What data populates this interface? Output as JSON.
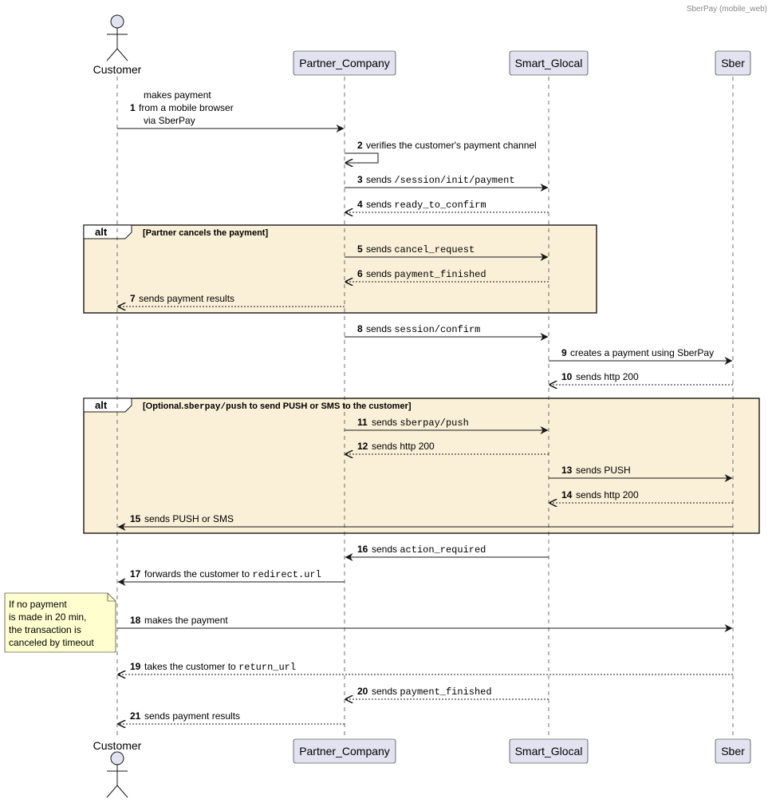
{
  "diagram": {
    "title": "SberPay (mobile_web)",
    "participants": [
      {
        "id": "customer",
        "label": "Customer",
        "kind": "actor"
      },
      {
        "id": "partner",
        "label": "Partner_Company",
        "kind": "box"
      },
      {
        "id": "smart",
        "label": "Smart_Glocal",
        "kind": "box"
      },
      {
        "id": "sber",
        "label": "Sber",
        "kind": "box"
      }
    ],
    "alt_frames": [
      {
        "keyword": "alt",
        "condition": [
          {
            "text": "[Partner cancels the payment]"
          }
        ]
      },
      {
        "keyword": "alt",
        "condition": [
          {
            "text": "[Optional."
          },
          {
            "text": "sberpay/push",
            "mono": true
          },
          {
            "text": " to send PUSH or SMS to the customer]"
          }
        ]
      }
    ],
    "messages": [
      {
        "n": "1",
        "from": "customer",
        "to": "partner",
        "style": "solid",
        "lines": [
          [
            {
              "text": "makes payment"
            }
          ],
          [
            {
              "text": "from a mobile browser"
            }
          ],
          [
            {
              "text": "via SberPay"
            }
          ]
        ]
      },
      {
        "n": "2",
        "from": "partner",
        "to": "partner",
        "style": "self",
        "lines": [
          [
            {
              "text": "verifies the customer's payment channel"
            }
          ]
        ]
      },
      {
        "n": "3",
        "from": "partner",
        "to": "smart",
        "style": "solid",
        "lines": [
          [
            {
              "text": "sends "
            },
            {
              "text": "/session/init/payment",
              "mono": true
            }
          ]
        ]
      },
      {
        "n": "4",
        "from": "smart",
        "to": "partner",
        "style": "dashed",
        "lines": [
          [
            {
              "text": "sends "
            },
            {
              "text": "ready_to_confirm",
              "mono": true
            }
          ]
        ]
      },
      {
        "n": "5",
        "from": "partner",
        "to": "smart",
        "style": "solid",
        "lines": [
          [
            {
              "text": "sends "
            },
            {
              "text": "cancel_request",
              "mono": true
            }
          ]
        ]
      },
      {
        "n": "6",
        "from": "smart",
        "to": "partner",
        "style": "dashed",
        "lines": [
          [
            {
              "text": "sends "
            },
            {
              "text": "payment_finished",
              "mono": true
            }
          ]
        ]
      },
      {
        "n": "7",
        "from": "partner",
        "to": "customer",
        "style": "dashed",
        "lines": [
          [
            {
              "text": "sends payment results"
            }
          ]
        ]
      },
      {
        "n": "8",
        "from": "partner",
        "to": "smart",
        "style": "solid",
        "lines": [
          [
            {
              "text": "sends "
            },
            {
              "text": "session/confirm",
              "mono": true
            }
          ]
        ]
      },
      {
        "n": "9",
        "from": "smart",
        "to": "sber",
        "style": "solid",
        "lines": [
          [
            {
              "text": "creates a payment using SberPay"
            }
          ]
        ]
      },
      {
        "n": "10",
        "from": "sber",
        "to": "smart",
        "style": "dashed",
        "lines": [
          [
            {
              "text": "sends http 200"
            }
          ]
        ]
      },
      {
        "n": "11",
        "from": "partner",
        "to": "smart",
        "style": "solid",
        "lines": [
          [
            {
              "text": "sends "
            },
            {
              "text": "sberpay/push",
              "mono": true
            }
          ]
        ]
      },
      {
        "n": "12",
        "from": "smart",
        "to": "partner",
        "style": "dashed",
        "lines": [
          [
            {
              "text": "sends http 200"
            }
          ]
        ]
      },
      {
        "n": "13",
        "from": "smart",
        "to": "sber",
        "style": "solid",
        "lines": [
          [
            {
              "text": "sends PUSH"
            }
          ]
        ]
      },
      {
        "n": "14",
        "from": "sber",
        "to": "smart",
        "style": "dashed",
        "lines": [
          [
            {
              "text": "sends http 200"
            }
          ]
        ]
      },
      {
        "n": "15",
        "from": "sber",
        "to": "customer",
        "style": "solid",
        "lines": [
          [
            {
              "text": "sends PUSH or SMS"
            }
          ]
        ]
      },
      {
        "n": "16",
        "from": "smart",
        "to": "partner",
        "style": "solid",
        "lines": [
          [
            {
              "text": "sends "
            },
            {
              "text": "action_required",
              "mono": true
            }
          ]
        ]
      },
      {
        "n": "17",
        "from": "partner",
        "to": "customer",
        "style": "solid",
        "lines": [
          [
            {
              "text": "forwards the customer to "
            },
            {
              "text": "redirect.url",
              "mono": true
            }
          ]
        ]
      },
      {
        "n": "18",
        "from": "customer",
        "to": "sber",
        "style": "solid",
        "lines": [
          [
            {
              "text": "makes the payment"
            }
          ]
        ]
      },
      {
        "n": "19",
        "from": "sber",
        "to": "customer",
        "style": "dashed",
        "lines": [
          [
            {
              "text": "takes the customer to "
            },
            {
              "text": "return_url",
              "mono": true
            }
          ]
        ]
      },
      {
        "n": "20",
        "from": "smart",
        "to": "partner",
        "style": "dashed",
        "lines": [
          [
            {
              "text": "sends "
            },
            {
              "text": "payment_finished",
              "mono": true
            }
          ]
        ]
      },
      {
        "n": "21",
        "from": "partner",
        "to": "customer",
        "style": "dashed",
        "lines": [
          [
            {
              "text": "sends payment results"
            }
          ]
        ]
      }
    ],
    "note": {
      "lines": [
        "If no payment",
        "is made in 20 min,",
        "the transaction is",
        "canceled by timeout"
      ]
    }
  }
}
